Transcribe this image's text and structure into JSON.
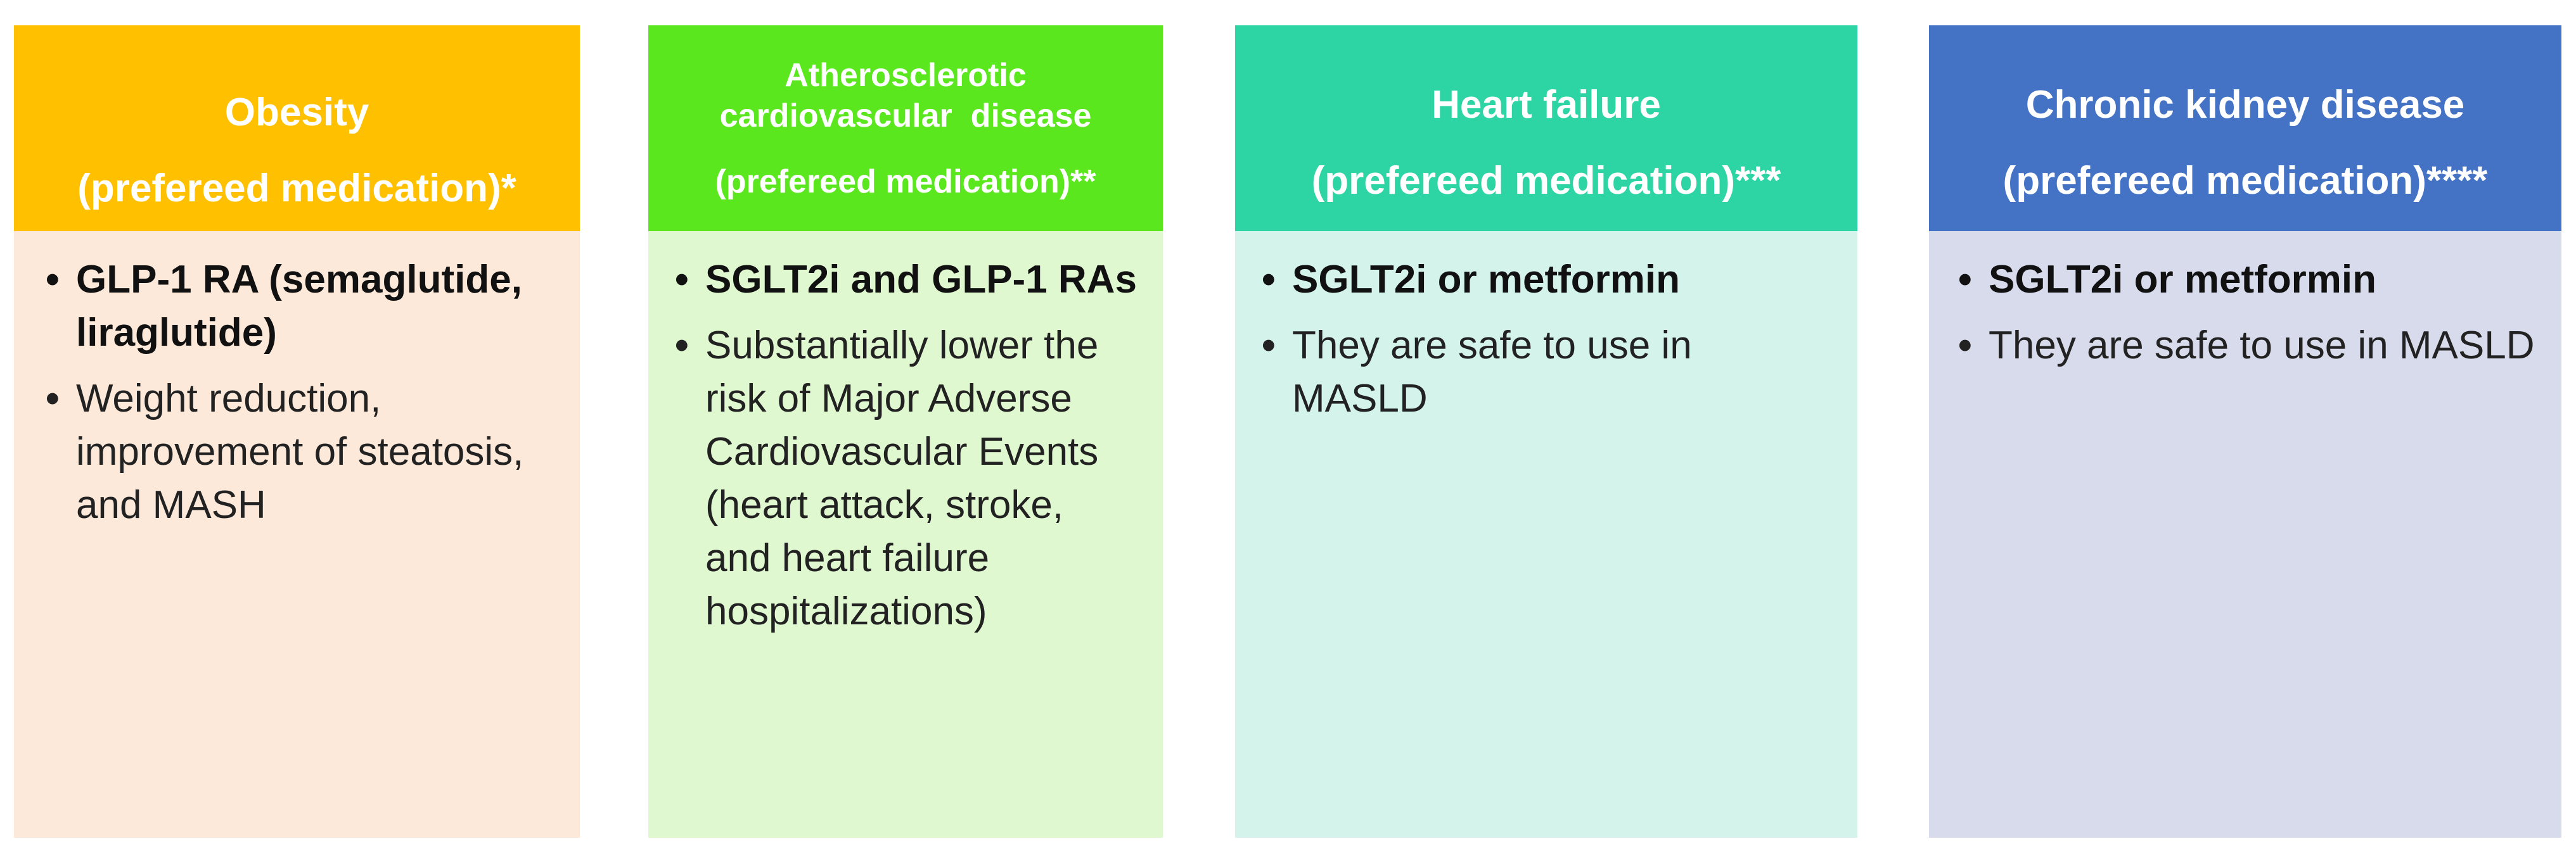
{
  "cards": [
    {
      "title_lines": [
        "Obesity"
      ],
      "subtitle": "(prefereed medication)*",
      "header_color": "#FFC000",
      "body_color": "#FDE9D9",
      "items": [
        "GLP-1 RA (semaglutide, liraglutide)",
        "Weight reduction, improvement of steatosis, and MASH"
      ]
    },
    {
      "title_lines": [
        "Atherosclerotic",
        "cardiovascular  disease"
      ],
      "subtitle": "(prefereed medication)**",
      "header_color": "#5BE71E",
      "body_color": "#E0F8D0",
      "items": [
        "SGLT2i and GLP-1 RAs",
        "Substantially lower the risk of Major Adverse Cardiovascular Events (heart attack, stroke, and heart failure hospitalizations)"
      ]
    },
    {
      "title_lines": [
        "Heart failure"
      ],
      "subtitle": "(prefereed medication)***",
      "header_color": "#2DD4A4",
      "body_color": "#D3F3EB",
      "items": [
        "SGLT2i or metformin",
        "They are safe to use in MASLD"
      ]
    },
    {
      "title_lines": [
        "Chronic kidney disease"
      ],
      "subtitle": "(prefereed medication)****",
      "header_color": "#4472C4",
      "body_color": "#D7DBEC",
      "items": [
        "SGLT2i or metformin",
        "They are safe to use in MASLD"
      ]
    }
  ]
}
